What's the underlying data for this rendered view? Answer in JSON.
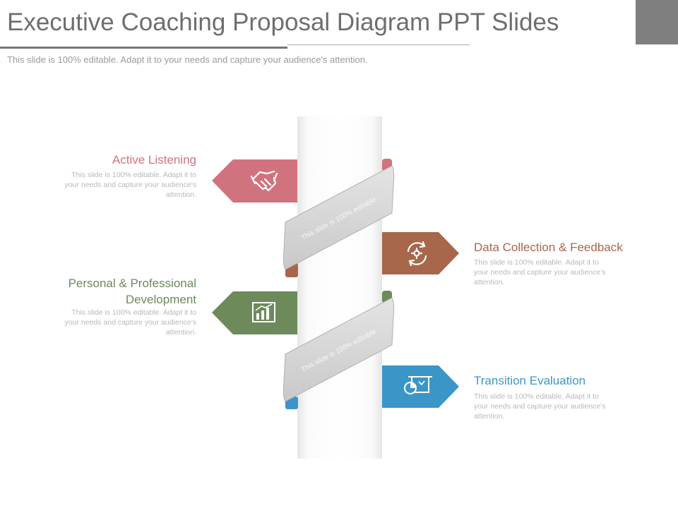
{
  "title": "Executive Coaching Proposal Diagram PPT Slides",
  "subtitle": "This slide is 100% editable. Adapt it to your needs and capture your audience's attention.",
  "colors": {
    "pink": "#d1737f",
    "brown": "#a8674a",
    "green": "#6c8a5a",
    "blue": "#3b96c8",
    "ribbon": "#d7d7d7"
  },
  "ribbon_text": "This slide is 100% editable.",
  "items": [
    {
      "title": "Active Listening",
      "body": [
        "This slide is 100% editable. Adapt it to",
        "your needs and capture your audience's",
        "attention."
      ],
      "icon": "handshake-icon",
      "color": "#d1737f"
    },
    {
      "title": "Data Collection & Feedback",
      "body": [
        "This slide is 100% editable. Adapt it to",
        "your needs and capture your audience's",
        "attention."
      ],
      "icon": "refresh-gear-icon",
      "color": "#a8674a"
    },
    {
      "title_lines": [
        "Personal & Professional",
        "Development"
      ],
      "body": [
        "This slide is 100% editable. Adapt it to",
        "your needs and capture your audience's",
        "attention."
      ],
      "icon": "bar-chart-icon",
      "color": "#6c8a5a"
    },
    {
      "title": "Transition Evaluation",
      "body": [
        "This slide is 100% editable. Adapt it to",
        "your needs and capture your audience's",
        "attention."
      ],
      "icon": "presentation-board-icon",
      "color": "#3b96c8"
    }
  ]
}
